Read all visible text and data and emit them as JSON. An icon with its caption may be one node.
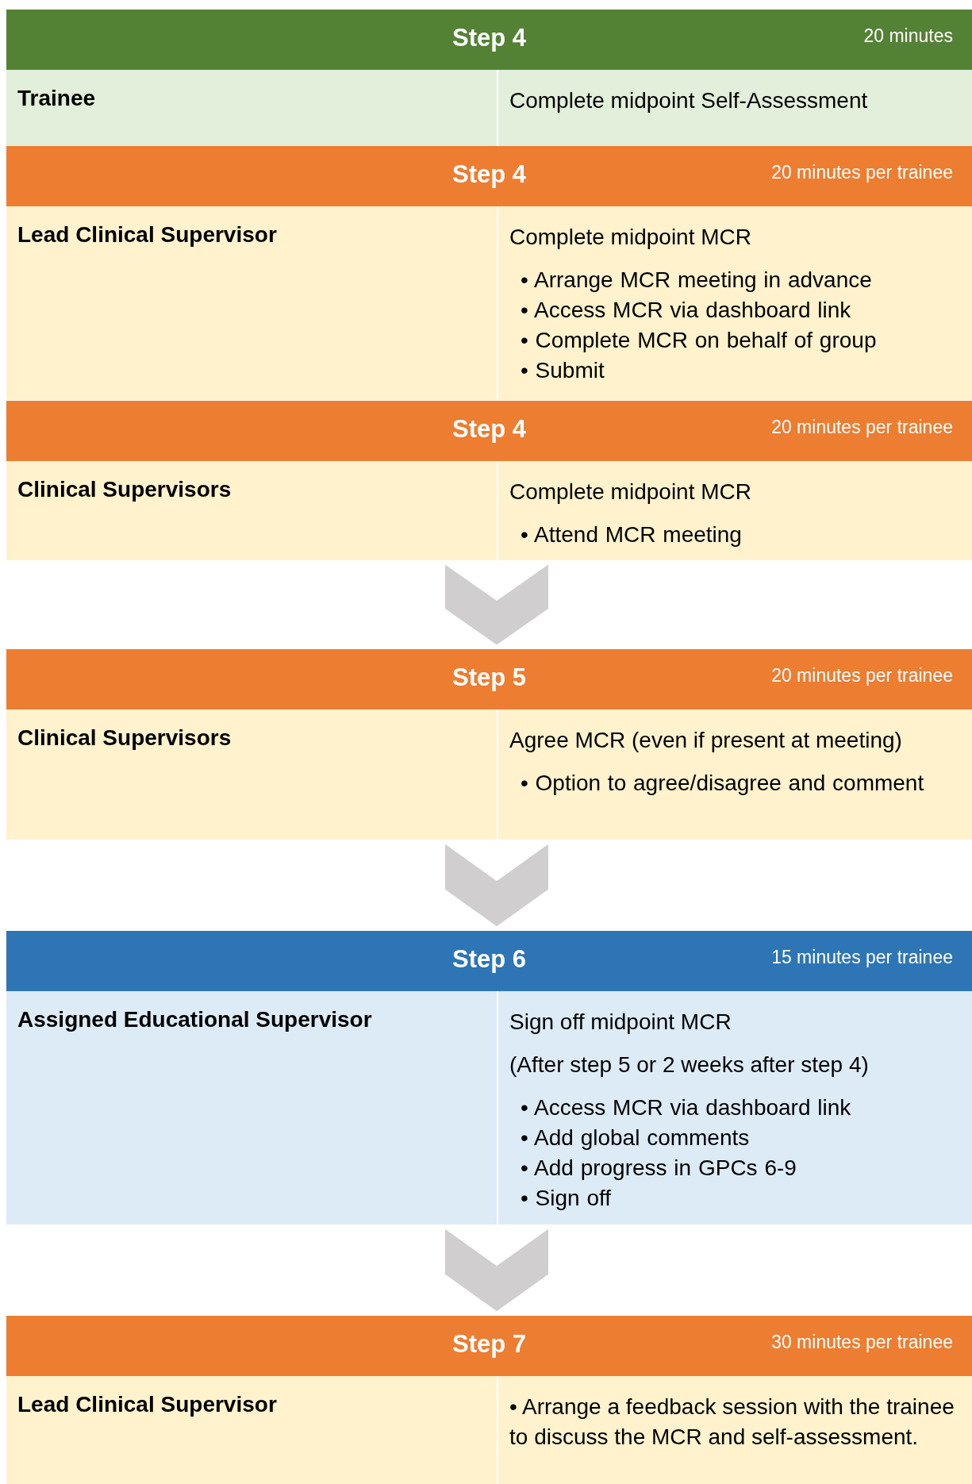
{
  "diagram": {
    "nodes": [
      {
        "text": [
          "Step 4"
        ],
        "beside": [
          "20 minutes"
        ]
      },
      {
        "text": [
          "Trainee"
        ],
        "in": 0
      },
      {
        "text": [
          "Complete midpoint Self-Assessment"
        ],
        "in": 0
      },
      {
        "text": [
          "Step 4"
        ],
        "beside": [
          "20 minutes per trainee"
        ]
      },
      {
        "text": [
          "Lead Clinical Supervisor"
        ],
        "in": 3
      },
      {
        "text": [
          "Complete midpoint MCR"
        ],
        "in": 3
      },
      {
        "text": [
          "• Arrange MCR meeting in advance",
          "• Access MCR via dashboard link",
          "• Complete MCR on behalf of group",
          "• Submit"
        ],
        "in": 5
      },
      {
        "text": [
          "Step 4"
        ],
        "beside": [
          "20 minutes per trainee"
        ]
      },
      {
        "text": [
          "Clinical Supervisors"
        ],
        "in": 7
      },
      {
        "text": [
          "Complete midpoint MCR"
        ],
        "in": 7
      },
      {
        "text": [
          "• Attend MCR meeting"
        ],
        "in": 9
      },
      {
        "text": [
          "Step 5"
        ],
        "beside": [
          "20 minutes per trainee"
        ]
      },
      {
        "text": [
          "Clinical Supervisors"
        ],
        "in": 11
      },
      {
        "text": [
          "Agree MCR (even if present at meeting)"
        ],
        "in": 11
      },
      {
        "text": [
          "• Option to agree/disagree and comment"
        ],
        "in": 13
      },
      {
        "text": [
          "Step 6"
        ],
        "beside": [
          "15 minutes per trainee"
        ]
      },
      {
        "text": [
          "Assigned Educational Supervisor"
        ],
        "in": 15
      },
      {
        "text": [
          "Sign off midpoint MCR",
          "(After step 5 or 2 weeks after step 4)"
        ],
        "in": 15
      },
      {
        "text": [
          "• Access MCR via dashboard link",
          "• Add global comments",
          "• Add progress in GPCs 6-9",
          "• Sign off"
        ],
        "in": 17
      },
      {
        "text": [
          "Step 7"
        ],
        "beside": [
          "30 minutes per trainee"
        ]
      },
      {
        "text": [
          "Lead Clinical Supervisor"
        ],
        "in": 19
      },
      {
        "text": [
          "• Arrange a feedback session with the trainee to discuss the MCR and self-assessment."
        ],
        "in": 19
      }
    ],
    "edges": [
      {
        "from": 7,
        "to": 11,
        "arrow": "to"
      },
      {
        "from": 11,
        "to": 15,
        "arrow": "to"
      },
      {
        "from": 15,
        "to": 19,
        "arrow": "to"
      }
    ]
  }
}
